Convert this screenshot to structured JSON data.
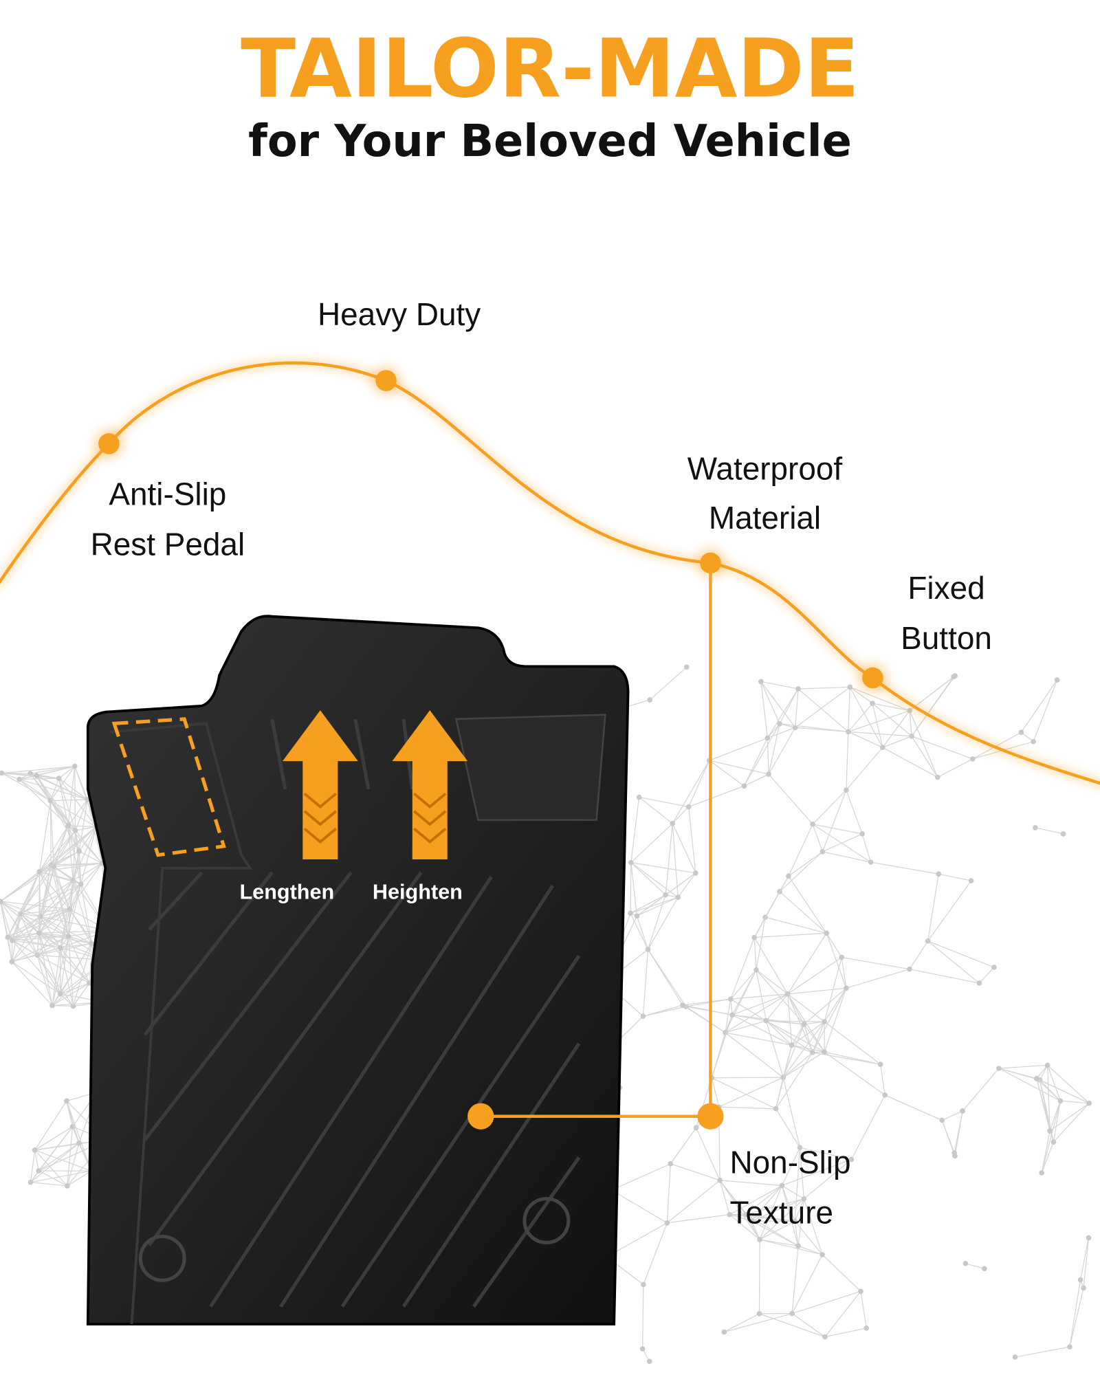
{
  "header": {
    "title": "TAILOR-MADE",
    "subtitle": "for Your Beloved Vehicle"
  },
  "features": {
    "heavy_duty": "Heavy Duty",
    "anti_slip_1": "Anti-Slip",
    "anti_slip_2": "Rest Pedal",
    "waterproof_1": "Waterproof",
    "waterproof_2": "Material",
    "fixed_1": "Fixed",
    "fixed_2": "Button",
    "nonslip_1": "Non-Slip",
    "nonslip_2": "Texture"
  },
  "mat": {
    "lengthen": "Lengthen",
    "heighten": "Heighten"
  },
  "colors": {
    "accent": "#F7A020",
    "text": "#111111",
    "mat": "#1c1c1c"
  }
}
